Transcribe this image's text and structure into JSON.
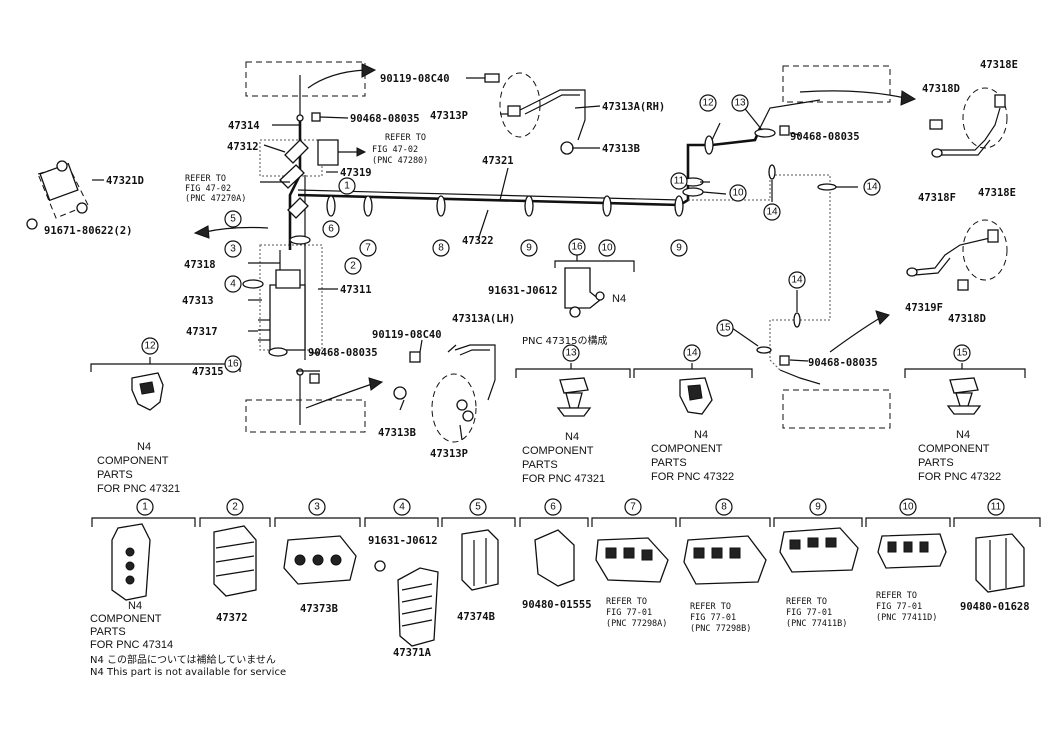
{
  "labels": {
    "p90119_top": "90119-08C40",
    "p47313A_RH": "47313A(RH)",
    "p47313P_top": "47313P",
    "p90468_top": "90468-08035",
    "p47314": "47314",
    "refer_top_1": "REFER TO",
    "refer_top_2": "FIG 47-02",
    "refer_top_3": "(PNC 47280)",
    "p47313B_top": "47313B",
    "p47312": "47312",
    "p47321_main": "47321",
    "p47319": "47319",
    "refer_left_1": "REFER TO",
    "refer_left_2": "FIG 47-02",
    "refer_left_3": "(PNC 47270A)",
    "p47321D": "47321D",
    "p91671": "91671-80622(2)",
    "p47322": "47322",
    "p47318": "47318",
    "p47313": "47313",
    "p47311": "47311",
    "p47317": "47317",
    "p91631_mid": "91631-J0612",
    "n4_mid": "N4",
    "p90119_low": "90119-08C40",
    "p47313A_LH": "47313A(LH)",
    "p90468_mid": "90468-08035",
    "p47315": "47315",
    "p47313B_low": "47313B",
    "p47313P_low": "47313P",
    "p90468_topright": "90468-08035",
    "p47318E_a": "47318E",
    "p47318D_a": "47318D",
    "p47318F": "47318F",
    "p47318E_b": "47318E",
    "p47319F": "47319F",
    "p47318D_b": "47318D",
    "p90468_right": "90468-08035",
    "pnc47315": "PNC 47315の構成"
  },
  "callouts": [
    "1",
    "2",
    "3",
    "4",
    "5",
    "6",
    "7",
    "8",
    "9",
    "10",
    "11",
    "12",
    "13",
    "14",
    "15",
    "16"
  ],
  "component_captions": {
    "c12": [
      "N4",
      "COMPONENT",
      "PARTS",
      "FOR PNC 47321"
    ],
    "c13": [
      "N4",
      "COMPONENT",
      "PARTS",
      "FOR PNC 47321"
    ],
    "c14": [
      "N4",
      "COMPONENT",
      "PARTS",
      "FOR PNC 47322"
    ],
    "c15": [
      "N4",
      "COMPONENT",
      "PARTS",
      "FOR PNC 47322"
    ],
    "c1": [
      "N4",
      "COMPONENT",
      "PARTS",
      "FOR PNC 47314"
    ]
  },
  "bottom_row": {
    "c2": "47372",
    "c3": "47373B",
    "c4_part": "91631-J0612",
    "c4": "47371A",
    "c5": "47374B",
    "c6": "90480-01555",
    "c7": [
      "REFER TO",
      "FIG 77-01",
      "(PNC 77298A)"
    ],
    "c8": [
      "REFER TO",
      "FIG 77-01",
      "(PNC 77298B)"
    ],
    "c9": [
      "REFER TO",
      "FIG 77-01",
      "(PNC 77411B)"
    ],
    "c10": [
      "REFER TO",
      "FIG 77-01",
      "(PNC 77411D)"
    ],
    "c11": "90480-01628"
  },
  "notes": {
    "jp": "N4 この部品については補給していません",
    "en": "N4 This part is not available for service"
  }
}
